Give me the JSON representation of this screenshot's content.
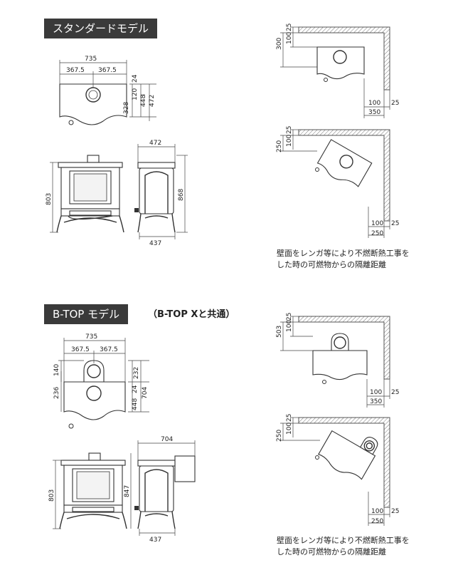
{
  "standard": {
    "title": "スタンダードモデル",
    "top_view": {
      "width": "735",
      "half_left": "367.5",
      "half_right": "367.5",
      "d1": "24",
      "d2": "120",
      "d3": "328",
      "d4": "448",
      "d5": "472"
    },
    "front_view": {
      "height": "803"
    },
    "side_view": {
      "depth": "472",
      "height": "868",
      "base": "437"
    },
    "clearance_parallel": {
      "v1": "300",
      "v2": "25",
      "v3": "100",
      "h1": "100",
      "h2": "25",
      "h3": "350"
    },
    "clearance_corner": {
      "v1": "250",
      "v2": "25",
      "v3": "100",
      "h1": "100",
      "h2": "25",
      "h3": "250"
    },
    "note_line1": "壁面をレンガ等により不燃断熱工事を",
    "note_line2": "した時の可燃物からの隔離距離"
  },
  "btop": {
    "title": "B-TOP モデル",
    "subtitle": "（B-TOP Xと共通）",
    "top_view": {
      "width": "735",
      "half_left": "367.5",
      "half_right": "367.5",
      "d140": "140",
      "d236": "236",
      "d232": "232",
      "d24": "24",
      "d448": "448",
      "d704": "704"
    },
    "front_view": {
      "height": "803"
    },
    "side_view": {
      "depth": "704",
      "height": "847",
      "base": "437"
    },
    "clearance_parallel": {
      "v1": "503",
      "v2": "25",
      "v3": "100",
      "h1": "100",
      "h2": "25",
      "h3": "350"
    },
    "clearance_corner": {
      "v1": "250",
      "v2": "25",
      "v3": "100",
      "h1": "100",
      "h2": "25",
      "h3": "250"
    },
    "note_line1": "壁面をレンガ等により不燃断熱工事を",
    "note_line2": "した時の可燃物からの隔離距離"
  }
}
